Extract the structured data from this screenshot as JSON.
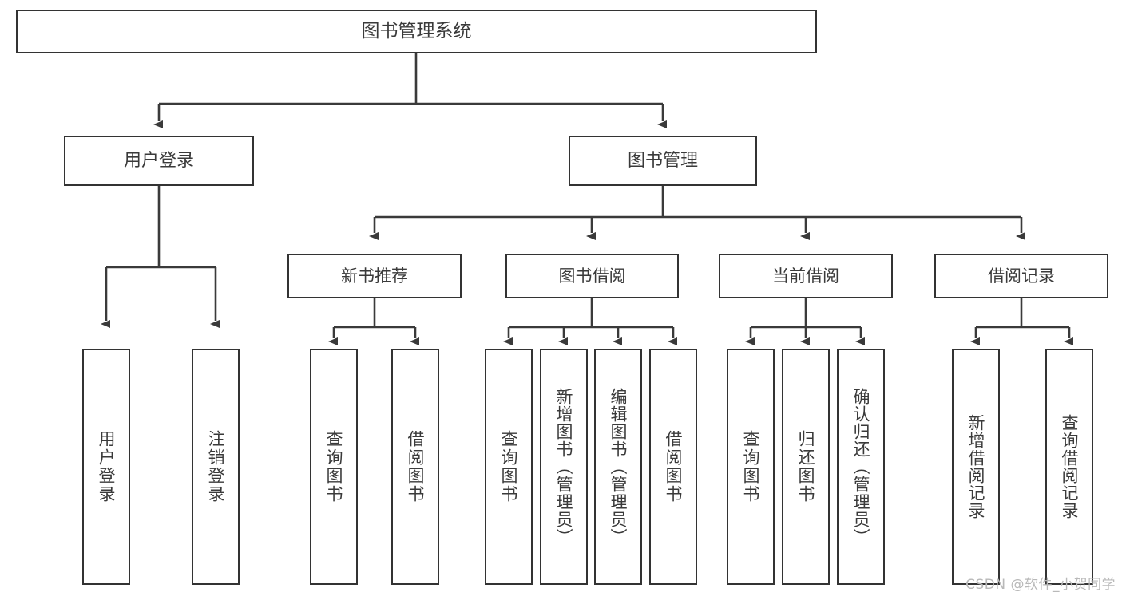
{
  "diagram": {
    "title": "图书管理系统",
    "type": "tree-hierarchy-diagram",
    "colors": {
      "box_border": "#333333",
      "box_fill": "#ffffff",
      "connector": "#3a3a3a",
      "text": "#3a3a3a",
      "watermark": "#b9b9b9",
      "background": "#ffffff"
    },
    "root": {
      "id": "root",
      "label": "图书管理系统"
    },
    "level2": [
      {
        "id": "user-login",
        "label": "用户登录"
      },
      {
        "id": "book-management",
        "label": "图书管理"
      }
    ],
    "level3": [
      {
        "id": "new-book-recommend",
        "label": "新书推荐"
      },
      {
        "id": "book-borrow",
        "label": "图书借阅"
      },
      {
        "id": "current-borrow",
        "label": "当前借阅"
      },
      {
        "id": "borrow-record",
        "label": "借阅记录"
      }
    ],
    "leaves": {
      "user_login": [
        {
          "id": "leaf-user-login",
          "label": "用户登录"
        },
        {
          "id": "leaf-logout-login",
          "label": "注销登录"
        }
      ],
      "new_book_recommend": [
        {
          "id": "leaf-query-book-1",
          "label": "查询图书"
        },
        {
          "id": "leaf-borrow-book-1",
          "label": "借阅图书"
        }
      ],
      "book_borrow": [
        {
          "id": "leaf-query-book-2",
          "label": "查询图书"
        },
        {
          "id": "leaf-add-book",
          "label": "新增图书（管理员）"
        },
        {
          "id": "leaf-edit-book",
          "label": "编辑图书（管理员）"
        },
        {
          "id": "leaf-borrow-book-2",
          "label": "借阅图书"
        }
      ],
      "current_borrow": [
        {
          "id": "leaf-query-book-3",
          "label": "查询图书"
        },
        {
          "id": "leaf-return-book",
          "label": "归还图书"
        },
        {
          "id": "leaf-confirm-return",
          "label": "确认归还（管理员）"
        }
      ],
      "borrow_record": [
        {
          "id": "leaf-add-record",
          "label": "新增借阅记录"
        },
        {
          "id": "leaf-query-record",
          "label": "查询借阅记录"
        }
      ]
    }
  },
  "watermark": {
    "text": "CSDN @软件_小贺同学"
  }
}
